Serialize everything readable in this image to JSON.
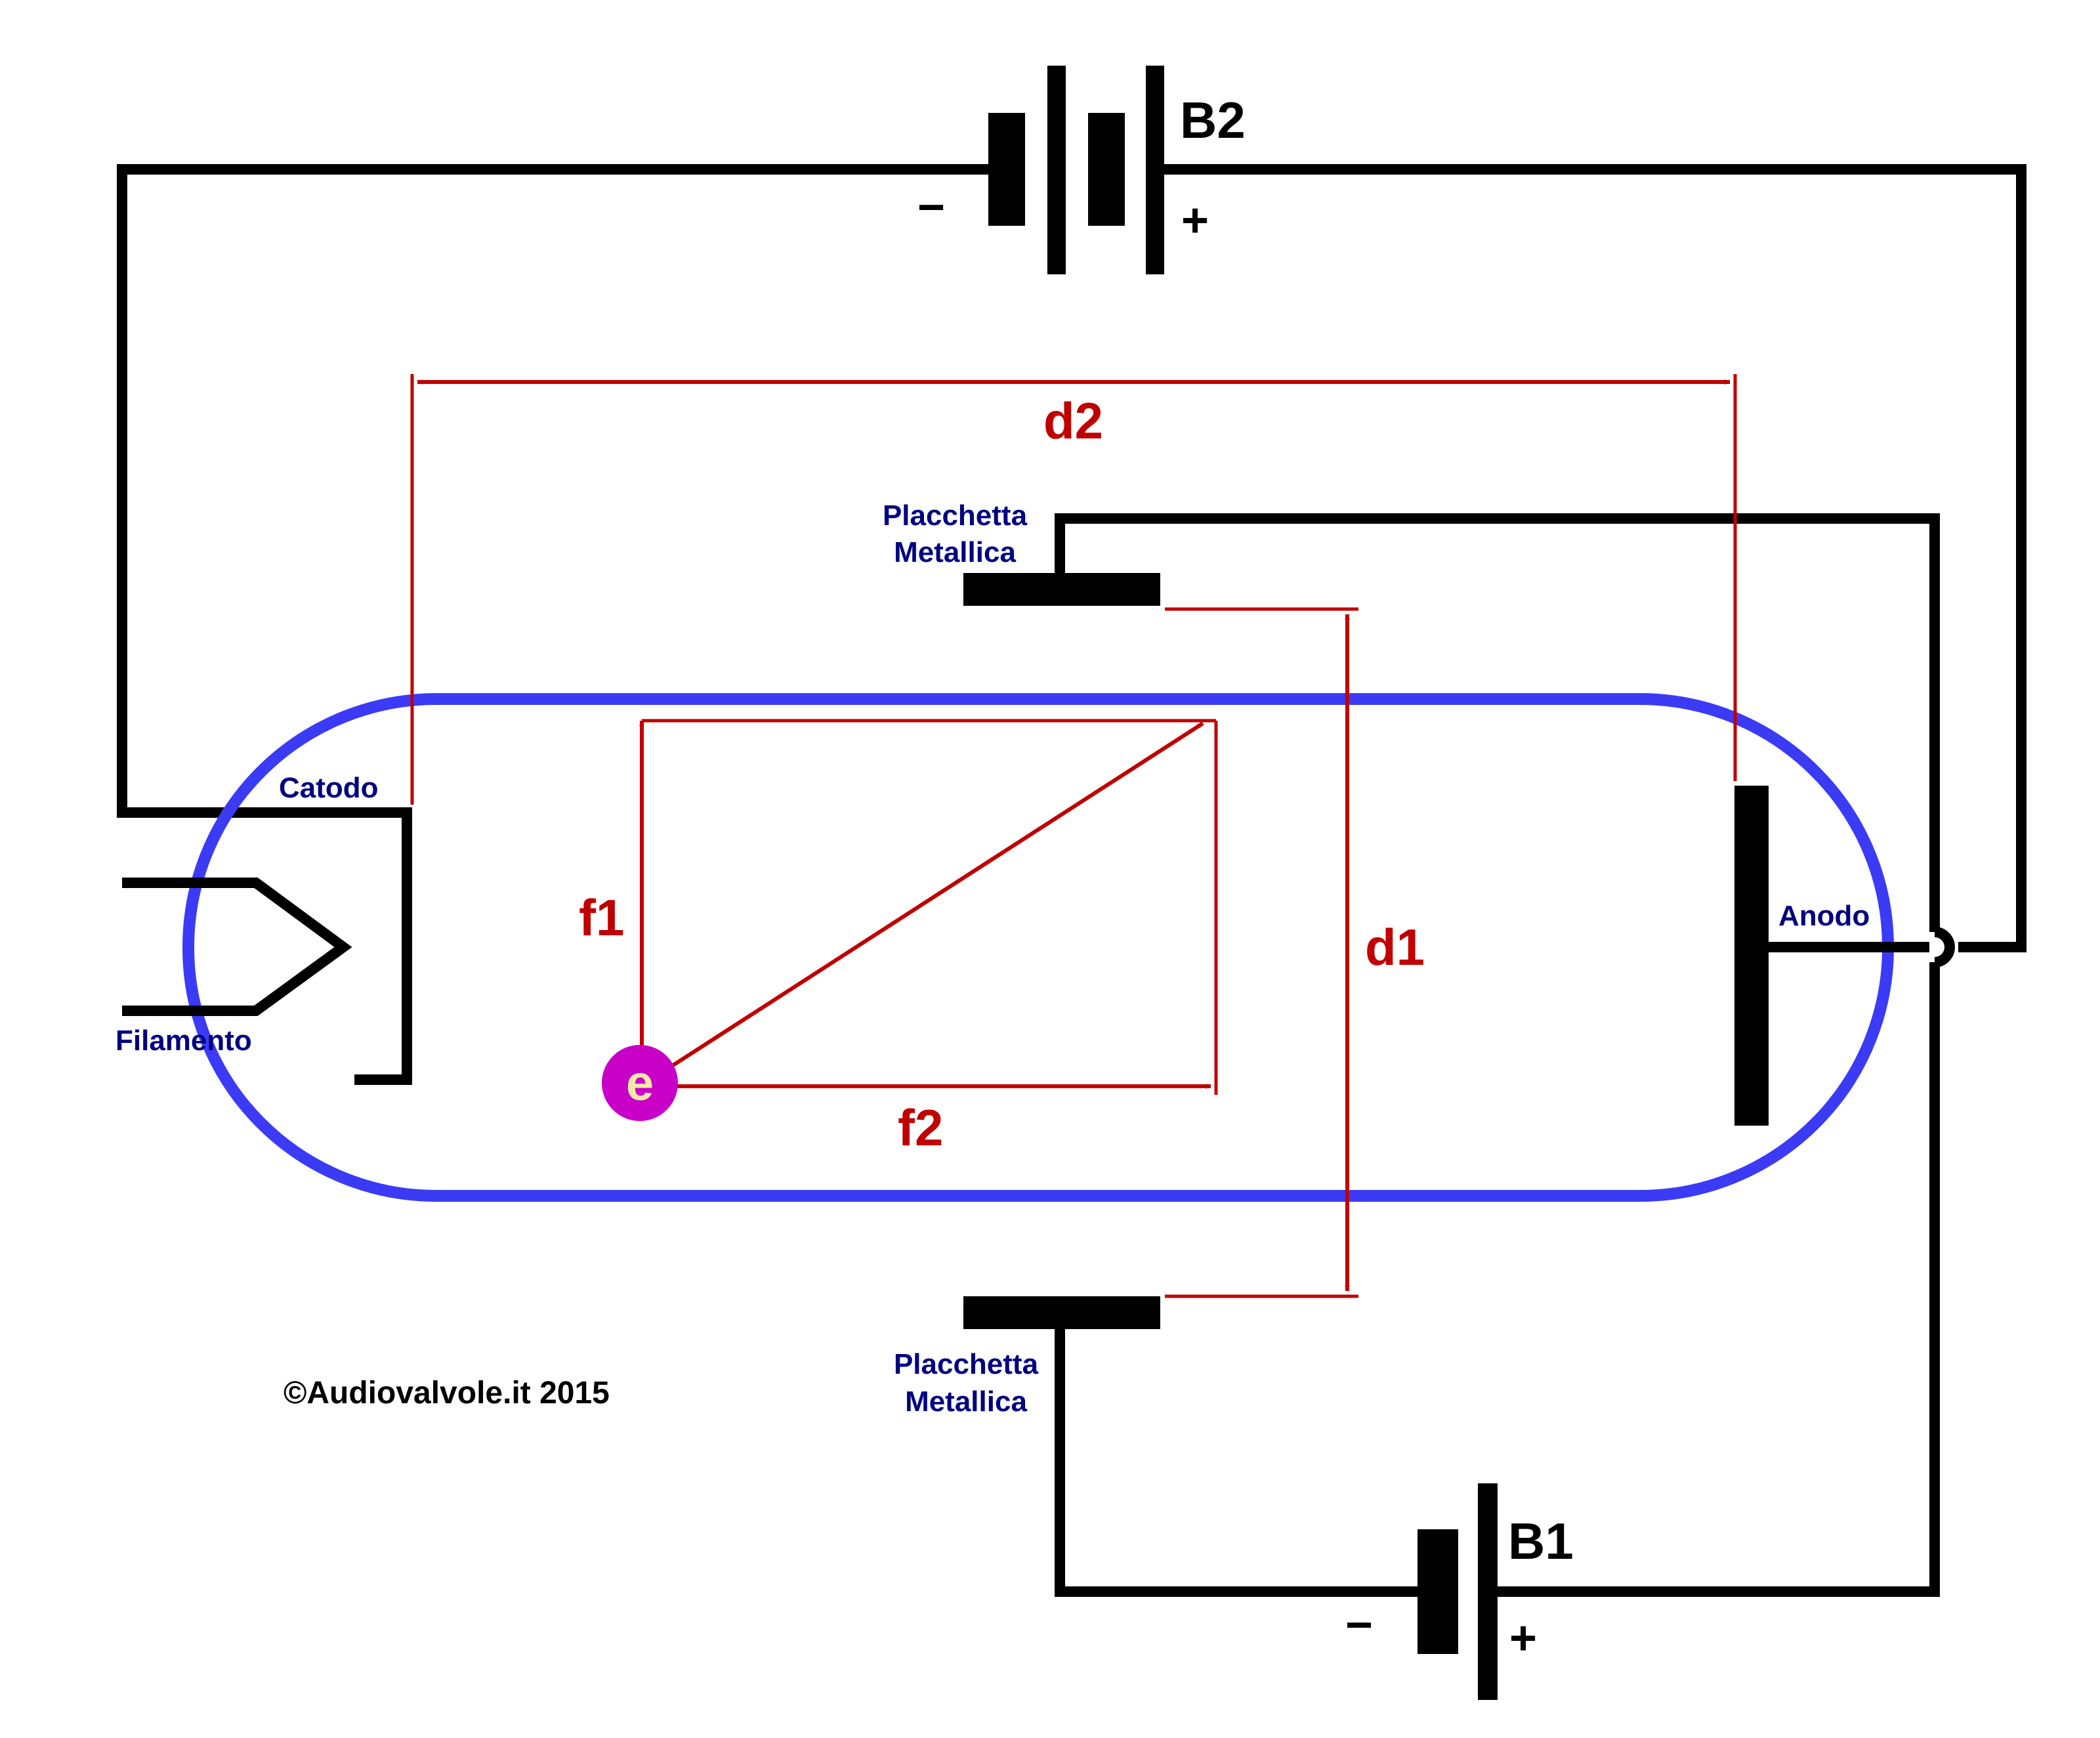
{
  "colors": {
    "wire": "#000000",
    "tube": "#3b3bf5",
    "measure": "#c00000",
    "label_blue": "#000080",
    "electron": "#c800c8",
    "electron_text": "#f5e9a8"
  },
  "battery_top": {
    "name": "B2",
    "minus": "−",
    "plus": "+"
  },
  "battery_bottom": {
    "name": "B1",
    "minus": "−",
    "plus": "+"
  },
  "labels": {
    "catodo": "Catodo",
    "filamento": "Filamento",
    "anodo": "Anodo",
    "plate_top_line1": "Placchetta",
    "plate_top_line2": "Metallica",
    "plate_bottom_line1": "Placchetta",
    "plate_bottom_line2": "Metallica"
  },
  "measures": {
    "d1": "d1",
    "d2": "d2",
    "f1": "f1",
    "f2": "f2"
  },
  "electron": "e",
  "copyright": "©Audiovalvole.it 2015"
}
